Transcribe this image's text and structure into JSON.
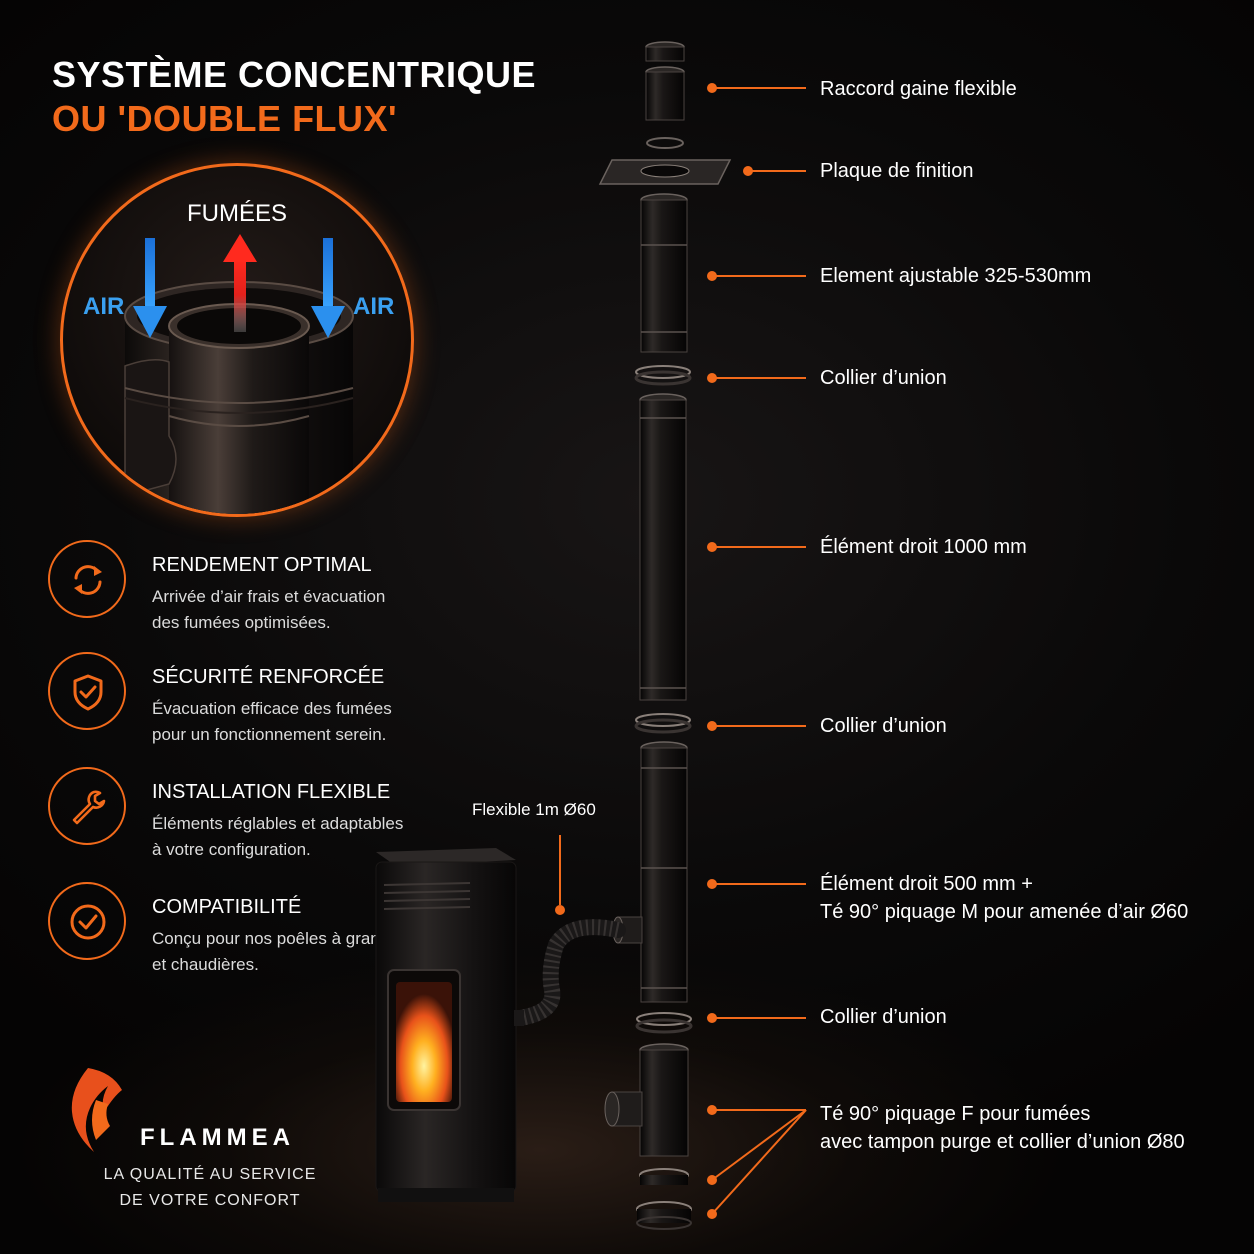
{
  "header": {
    "title_line1": "SYSTÈME CONCENTRIQUE",
    "title_line2": "OU 'DOUBLE FLUX'"
  },
  "diagram": {
    "fumees_label": "FUMÉES",
    "air_left_label": "AIR",
    "air_right_label": "AIR"
  },
  "features": [
    {
      "icon": "cycle-arrows-icon",
      "title": "RENDEMENT OPTIMAL",
      "line1": "Arrivée d’air frais et évacuation",
      "line2": "des fumées optimisées."
    },
    {
      "icon": "shield-check-icon",
      "title": "SÉCURITÉ RENFORCÉE",
      "line1": "Évacuation efficace des fumées",
      "line2": "pour un fonctionnement serein."
    },
    {
      "icon": "wrench-icon",
      "title": "INSTALLATION FLEXIBLE",
      "line1": "Éléments réglables et adaptables",
      "line2": "à votre configuration."
    },
    {
      "icon": "check-circle-icon",
      "title": "COMPATIBILITÉ",
      "line1": "Conçu pour nos poêles à granulés",
      "line2": "et chaudières."
    }
  ],
  "callouts": {
    "raccord": "Raccord gaine flexible",
    "plaque": "Plaque de finition",
    "ajustable": "Element ajustable 325-530mm",
    "collier1": "Collier d’union",
    "droit1000": "Élément droit 1000 mm",
    "collier2": "Collier d’union",
    "droit500_line1": "Élément droit 500 mm +",
    "droit500_line2": "Té 90° piquage M pour amenée d’air Ø60",
    "collier3": "Collier d’union",
    "te_line1": "Té 90° piquage F pour fumées",
    "te_line2": "avec tampon purge et collier d’union Ø80",
    "flexible": "Flexible 1m Ø60"
  },
  "brand": {
    "name": "FLAMMEA",
    "tagline_line1": "LA QUALITÉ AU SERVICE",
    "tagline_line2": "DE VOTRE CONFORT"
  },
  "colors": {
    "accent": "#f26a1b",
    "air_blue": "#2b8fe8",
    "fumes_red": "#e3211c",
    "background": "#060505"
  }
}
